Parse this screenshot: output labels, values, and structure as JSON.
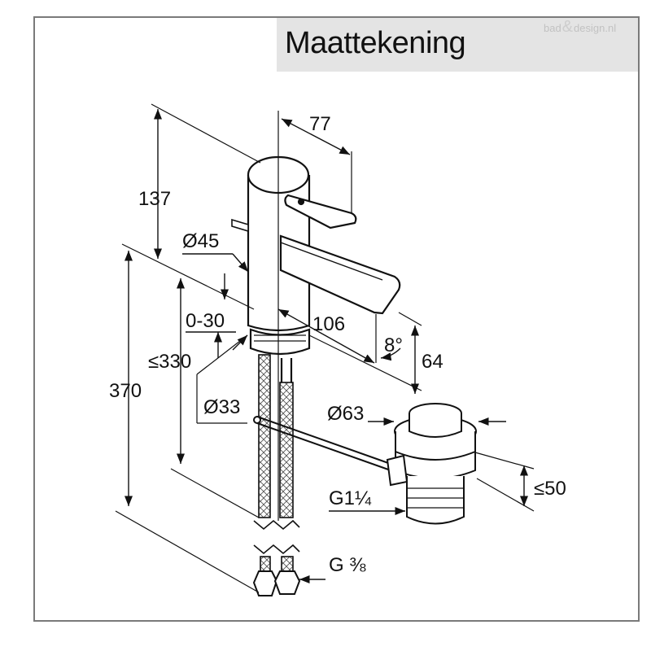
{
  "title": "Maattekening",
  "watermark": {
    "left": "bad",
    "amp": "&",
    "right": "design.nl"
  },
  "dimensions": {
    "height_total": "137",
    "spout_reach": "77",
    "body_diameter": "Ø45",
    "adjust_range": "0-30",
    "max_height": "≤330",
    "overall_height": "370",
    "hole_diameter": "Ø33",
    "spout_length": "106",
    "spout_angle": "8°",
    "spout_clearance": "64",
    "waste_diameter": "Ø63",
    "waste_height": "≤50",
    "waste_thread": "G1¼",
    "supply_thread": "G ⅜"
  }
}
